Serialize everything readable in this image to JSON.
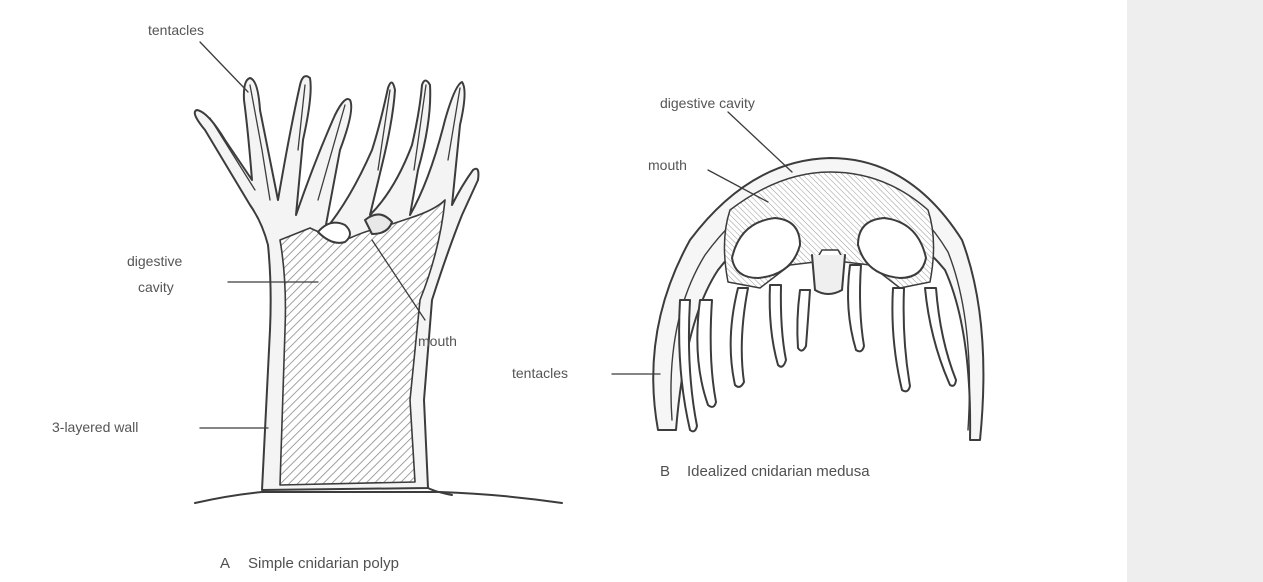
{
  "polyp": {
    "label_tentacles": "tentacles",
    "label_digestive_cavity_line1": "digestive",
    "label_digestive_cavity_line2": "cavity",
    "label_mouth": "mouth",
    "label_wall": "3-layered wall",
    "caption_letter": "A",
    "caption_text": "Simple cnidarian polyp"
  },
  "medusa": {
    "label_digestive_cavity": "digestive cavity",
    "label_mouth": "mouth",
    "label_tentacles": "tentacles",
    "caption_letter": "B",
    "caption_text": "Idealized cnidarian medusa"
  },
  "colors": {
    "ink": "#3c3c3c",
    "hatch": "#8a8a8a",
    "panel": "#eeeeee"
  }
}
